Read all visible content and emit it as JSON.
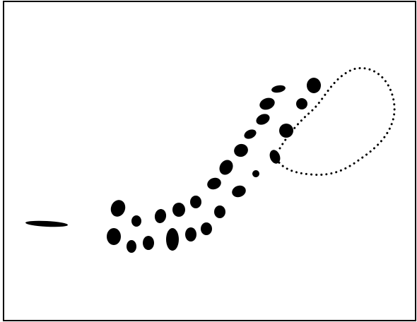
{
  "figure": {
    "ink_color": "#000000",
    "paper_color": "#ffffff",
    "elements": [
      "border-frame",
      "dash-mark",
      "footprint-dots",
      "dotted-loop"
    ]
  }
}
